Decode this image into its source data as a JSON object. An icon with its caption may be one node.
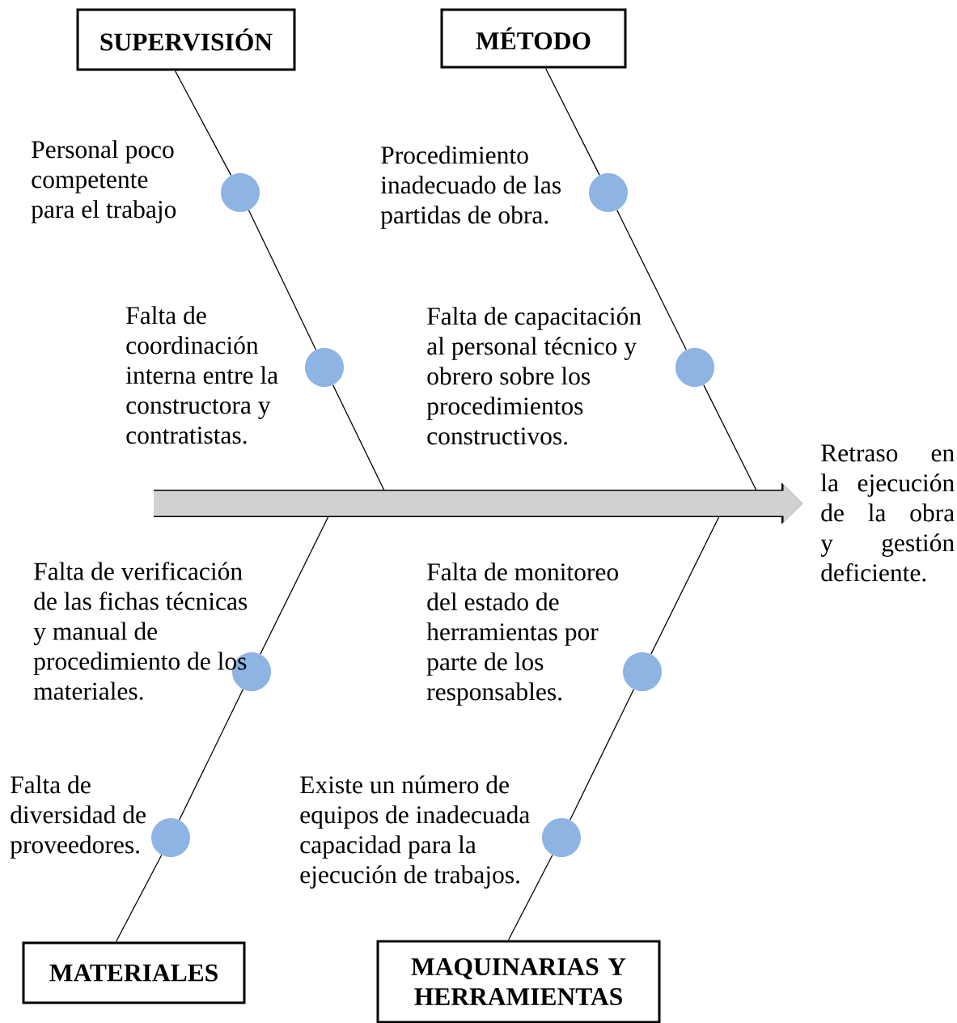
{
  "diagram": {
    "nodes": [
      {
        "text": [
          "SUPERVISIÓN"
        ]
      },
      {
        "text": [
          "MÉTODO"
        ]
      },
      {
        "text": [],
        "shape": "circle",
        "beside": [
          "Personal poco competente para el trabajo"
        ]
      },
      {
        "text": [],
        "shape": "circle",
        "beside": [
          "Procedimiento inadecuado de las partidas de obra."
        ]
      },
      {
        "text": [],
        "shape": "circle",
        "beside": [
          "Falta de coordinación interna entre la constructora y contratistas."
        ]
      },
      {
        "text": [],
        "shape": "circle",
        "beside": [
          "Falta de capacitación al personal técnico y obrero sobre los procedimientos constructivos."
        ]
      },
      {
        "text": [
          "Retraso en la ejecución de la obra y gestión deficiente."
        ]
      },
      {
        "text": [],
        "shape": "circle",
        "beside": [
          "Falta de verificación de las fichas técnicas y manual de procedimiento de los materiales."
        ]
      },
      {
        "text": [],
        "shape": "circle",
        "beside": [
          "Falta de monitoreo del estado de herramientas por parte de los responsables."
        ]
      },
      {
        "text": [],
        "shape": "circle",
        "beside": [
          "Falta de diversidad de proveedores."
        ]
      },
      {
        "text": [],
        "shape": "circle",
        "beside": [
          "Existe un número de equipos de inadecuada capacidad para la ejecución de trabajos."
        ]
      },
      {
        "text": [
          "MATERIALES"
        ]
      },
      {
        "text": [
          "MAQUINARIAS Y HERRAMIENTAS"
        ]
      }
    ],
    "edges": [
      {
        "from": 0,
        "to": 2,
        "arrow": "none"
      },
      {
        "from": 2,
        "to": 4,
        "arrow": "none"
      },
      {
        "from": 4,
        "to": null,
        "arrow": "none"
      },
      {
        "from": 1,
        "to": 3,
        "arrow": "none"
      },
      {
        "from": 3,
        "to": 5,
        "arrow": "none"
      },
      {
        "from": 5,
        "to": null,
        "arrow": "none"
      },
      {
        "from": 11,
        "to": 9,
        "arrow": "none"
      },
      {
        "from": 9,
        "to": 7,
        "arrow": "none"
      },
      {
        "from": 7,
        "to": null,
        "arrow": "none"
      },
      {
        "from": 12,
        "to": 10,
        "arrow": "none"
      },
      {
        "from": 10,
        "to": 8,
        "arrow": "none"
      },
      {
        "from": 8,
        "to": null,
        "arrow": "none"
      },
      {
        "from": null,
        "to": 6,
        "arrow": "to",
        "style": "thick",
        "color": "#d1d1d1"
      }
    ]
  }
}
